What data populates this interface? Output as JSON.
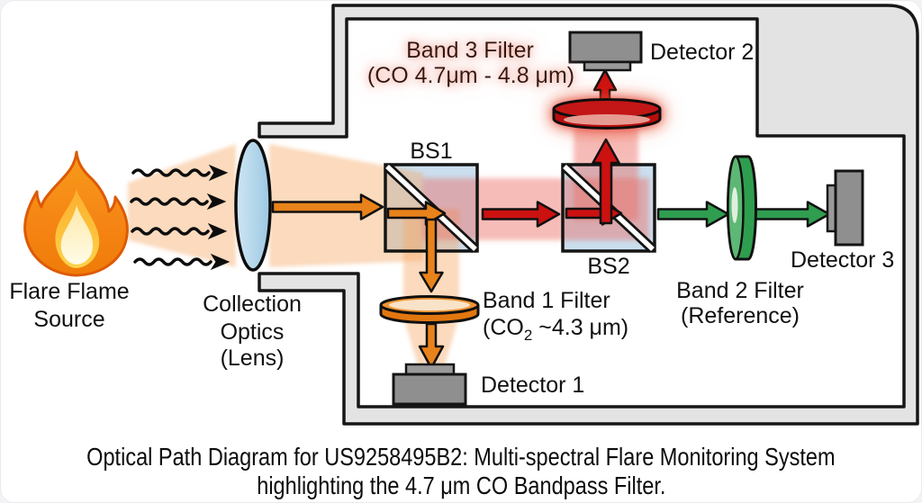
{
  "diagram": {
    "source": {
      "line1": "Flare Flame",
      "line2": "Source"
    },
    "optics": {
      "line1": "Collection",
      "line2": "Optics",
      "line3": "(Lens)"
    },
    "bs1_label": "BS1",
    "bs2_label": "BS2",
    "band3": {
      "line1": "Band 3 Filter",
      "line2": "(CO 4.7μm - 4.8 μm)"
    },
    "band1": {
      "line1": "Band 1 Filter",
      "line2_pre": "(CO",
      "line2_sub": "2",
      "line2_post": " ~4.3 μm)"
    },
    "band2": {
      "line1": "Band 2 Filter",
      "line2": "(Reference)"
    },
    "detector1_label": "Detector 1",
    "detector2_label": "Detector 2",
    "detector3_label": "Detector 3",
    "colors": {
      "beam_orange": "#e8821a",
      "beam_red": "#cc1111",
      "beam_green": "#2f9e50",
      "filter_band1": "#e2770f",
      "filter_band3": "#b80f0f",
      "filter_band2": "#2e9e4e",
      "detector_gray": "#8f8f8f",
      "enclosure_gray": "#e3e3e3",
      "lens_blue": "#aed3ea",
      "beamsplitter_blue": "#cadeee",
      "band3_text_glow": "#f4a69b"
    }
  },
  "caption": {
    "line1": "Optical Path Diagram for US9258495B2: Multi-spectral Flare Monitoring System",
    "line2": "highlighting the 4.7 μm CO Bandpass Filter."
  }
}
